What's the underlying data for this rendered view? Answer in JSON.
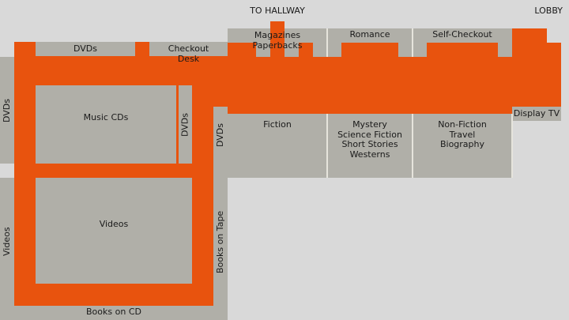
{
  "colors": {
    "path": "#e8530e",
    "shelf": "#b0afa8",
    "background": "#d9d9d9"
  },
  "labels": {
    "to_hallway": "TO HALLWAY",
    "lobby": "LOBBY",
    "dvds_top": "DVDs",
    "checkout_desk": "Checkout\nDesk",
    "dvds_left": "DVDs",
    "music_cds": "Music CDs",
    "dvds_mid": "DVDs",
    "dvds_right": "DVDs",
    "videos_left": "Videos",
    "videos": "Videos",
    "books_on_tape": "Books on Tape",
    "books_on_cd": "Books on CD",
    "magazines": "Magazines\nPaperbacks",
    "romance": "Romance",
    "self_checkout": "Self-Checkout",
    "fiction": "Fiction",
    "mystery": "Mystery\nScience Fiction\nShort Stories\nWesterns",
    "nonfiction": "Non-Fiction\nTravel\nBiography",
    "display_tv": "Display TV"
  }
}
